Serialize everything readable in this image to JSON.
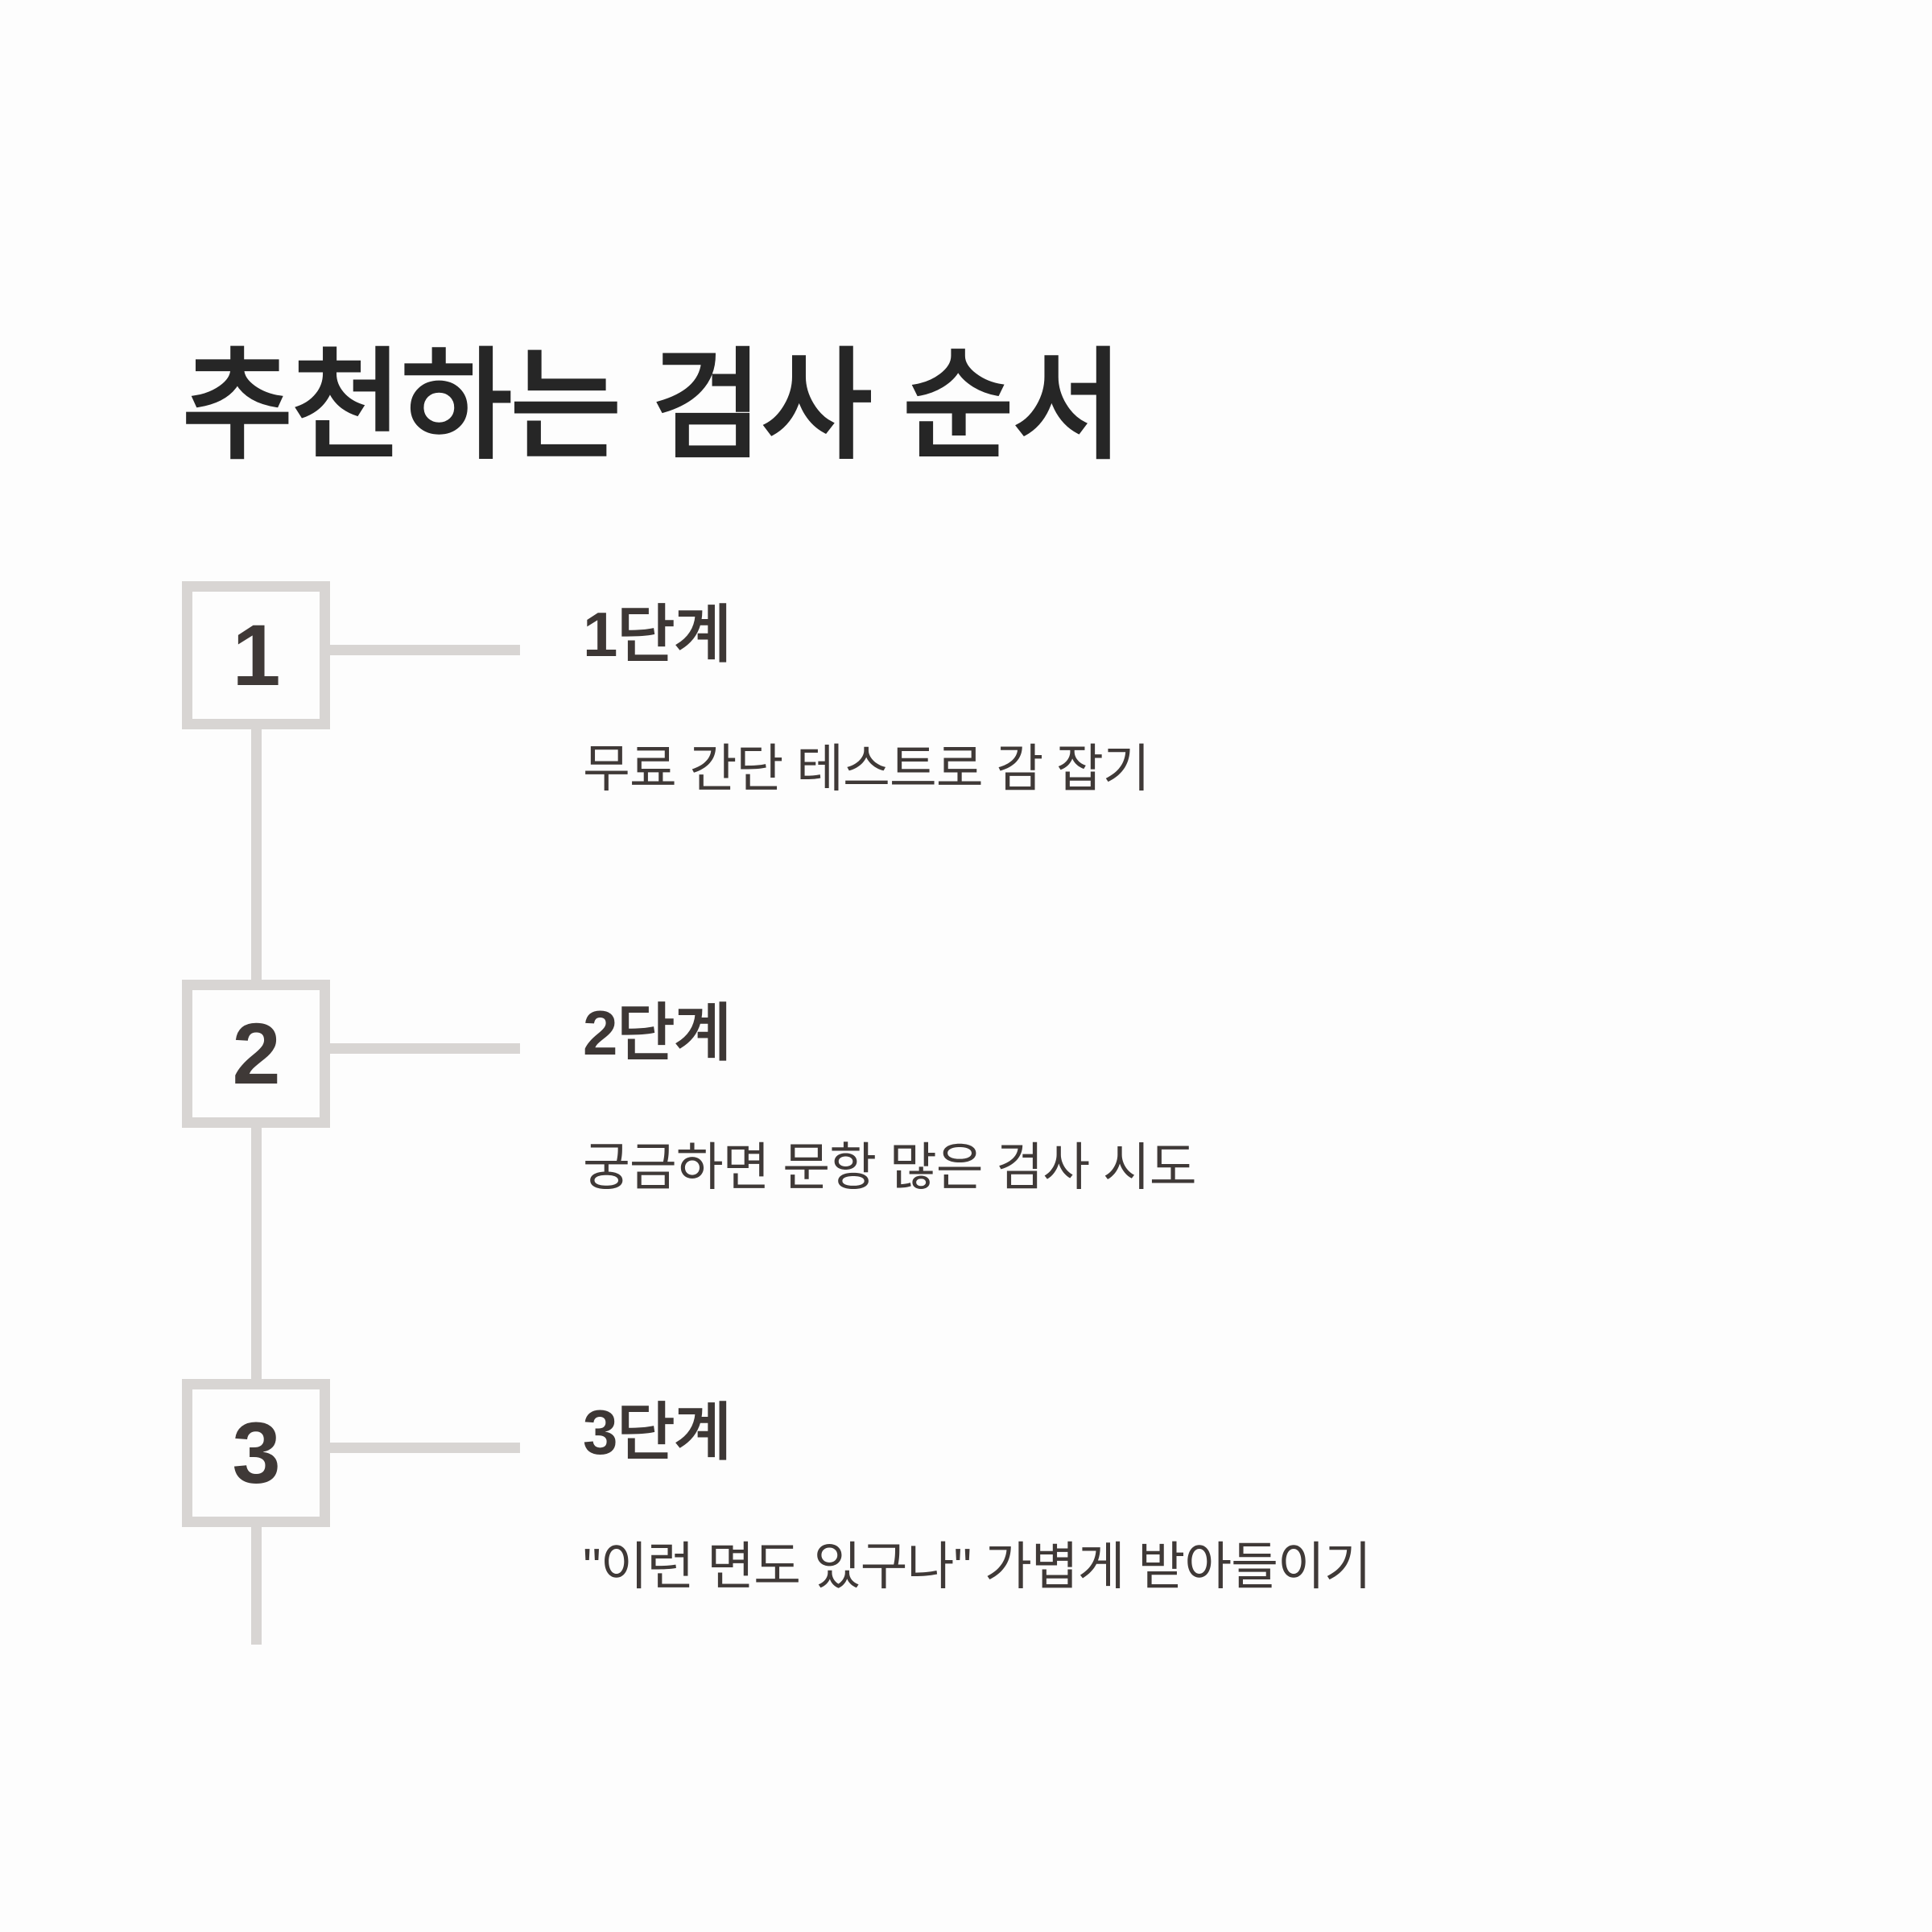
{
  "page": {
    "title": "추천하는 검사 순서",
    "background_color": "#fdfdfd",
    "title_color": "#262626",
    "line_color": "#d8d5d3",
    "label_color": "#3d3735",
    "desc_color": "#3f3937"
  },
  "timeline": {
    "steps": [
      {
        "number": "1",
        "label": "1단계",
        "description": "무료 간단 테스트로 감 잡기"
      },
      {
        "number": "2",
        "label": "2단계",
        "description": "궁금하면 문항 많은 검사 시도"
      },
      {
        "number": "3",
        "label": "3단계",
        "description": "\"이런 면도 있구나\" 가볍게 받아들이기"
      }
    ]
  }
}
